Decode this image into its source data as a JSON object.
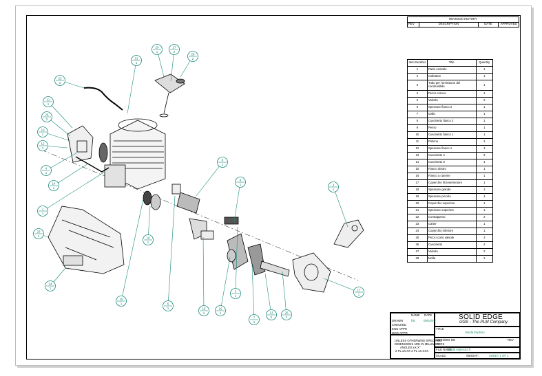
{
  "revision_history": {
    "title": "REVISION HISTORY",
    "headers": [
      "REV",
      "DESCRIPTION",
      "DATE",
      "APPROVED"
    ]
  },
  "bom": {
    "headers": [
      "Item Number",
      "Title",
      "Quantity"
    ],
    "rows": [
      [
        "1",
        "Parte centrale",
        "1"
      ],
      [
        "2",
        "Collettore",
        "1"
      ],
      [
        "3",
        "Tubo per l'emissione del combustibile",
        "1"
      ],
      [
        "4",
        "Perno cranco",
        "1"
      ],
      [
        "5",
        "Valvola",
        "2"
      ],
      [
        "6",
        "Spessore fianco 2",
        "1"
      ],
      [
        "7",
        "Gallo",
        "1"
      ],
      [
        "8",
        "Cuscinetto fianco 2",
        "1"
      ],
      [
        "9",
        "Perno",
        "1"
      ],
      [
        "10",
        "Cuscinetto fianco 1",
        "1"
      ],
      [
        "11",
        "Pistone",
        "1"
      ],
      [
        "12",
        "Spessore fianco 1",
        "1"
      ],
      [
        "13",
        "Cuscinetto 4",
        "2"
      ],
      [
        "14",
        "Cuscinetto 8",
        "1"
      ],
      [
        "15",
        "Fianco destro",
        "1"
      ],
      [
        "16",
        "Fianco a camme",
        "1"
      ],
      [
        "17",
        "Coperchio frizione/motore",
        "1"
      ],
      [
        "18",
        "Spessore grande",
        "1"
      ],
      [
        "19",
        "Spessore piccolo",
        "1"
      ],
      [
        "20",
        "Coperchio superiore",
        "1"
      ],
      [
        "21",
        "Spessore superiore",
        "1"
      ],
      [
        "22",
        "Contrappeso",
        "2"
      ],
      [
        "23",
        "Carter",
        "1"
      ],
      [
        "24",
        "Coperchio inferiore",
        "1"
      ],
      [
        "25",
        "Pezzo corto valvole",
        "2"
      ],
      [
        "26",
        "Cuscinetto",
        "2"
      ],
      [
        "27",
        "Valvola",
        "2"
      ],
      [
        "28",
        "Molla",
        "2"
      ]
    ]
  },
  "title_block": {
    "col_name": "NAME",
    "col_date": "DATE",
    "rows": [
      "DRAWN",
      "CHECKED",
      "ENG APPR",
      "MGR APPR"
    ],
    "drawn_name": "fds",
    "drawn_date": "09/03/07",
    "brand": "SOLID EDGE",
    "brand_sub": "UGS - The PLM Company",
    "title_label": "TITLE",
    "title_value": "Vanda Esploso",
    "tolerance_lines": [
      "UNLESS OTHERWISE SPECIFIED",
      "DIMENSIONS ARE IN MILLIMETERS",
      "ANGLES ±X.X°",
      "2 PL ±X.XX 3 PL ±X.XXX"
    ],
    "size_label": "SIZE",
    "size_value": "A2",
    "dwg_label": "DWG NO",
    "rev_label": "REV",
    "file_name_label": "FILE NAME:",
    "file_name_value": "Vanda esploso2.fr",
    "scale_label": "SCALE:",
    "weight_label": "WEIGHT:",
    "sheet_label": "SHEET 1 OF 1"
  },
  "balloons": [
    {
      "num": "21",
      "qty": "1"
    },
    {
      "num": "20",
      "qty": "1"
    },
    {
      "num": "27",
      "qty": "2"
    },
    {
      "num": "28",
      "qty": "2"
    },
    {
      "num": "22",
      "qty": "2"
    },
    {
      "num": "11",
      "qty": "1"
    },
    {
      "num": "25",
      "qty": "2"
    },
    {
      "num": "10",
      "qty": "1"
    },
    {
      "num": "12",
      "qty": "1"
    },
    {
      "num": "4",
      "qty": "1"
    },
    {
      "num": "14",
      "qty": "1"
    },
    {
      "num": "1",
      "qty": "1"
    },
    {
      "num": "23",
      "qty": "1"
    },
    {
      "num": "24",
      "qty": "1"
    },
    {
      "num": "8",
      "qty": "1"
    },
    {
      "num": "9",
      "qty": "1"
    },
    {
      "num": "18",
      "qty": "1"
    },
    {
      "num": "19",
      "qty": "1"
    },
    {
      "num": "3",
      "qty": "1"
    },
    {
      "num": "6",
      "qty": "1"
    },
    {
      "num": "15",
      "qty": "1"
    },
    {
      "num": "16",
      "qty": "1"
    },
    {
      "num": "5",
      "qty": "1"
    },
    {
      "num": "7",
      "qty": "1"
    },
    {
      "num": "13",
      "qty": "2"
    },
    {
      "num": "26",
      "qty": "2"
    },
    {
      "num": "17",
      "qty": "1"
    },
    {
      "num": "2",
      "qty": "1"
    }
  ]
}
